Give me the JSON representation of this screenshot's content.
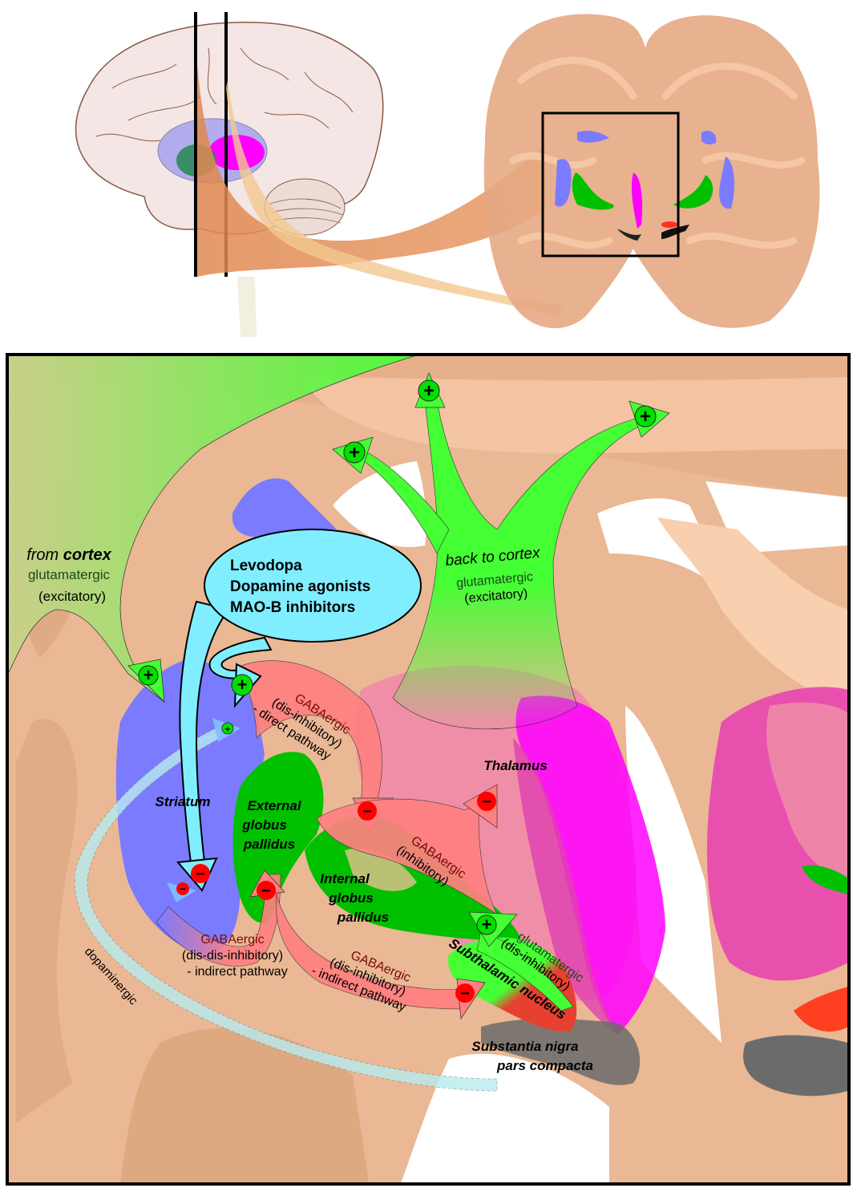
{
  "overview": {
    "sagittal_view": "lateral brain with basal ganglia highlighted",
    "coronal_view": "coronal brain slice with zoom box"
  },
  "colors": {
    "cortex_tan": "#e8b08a",
    "tissue_light": "#f2c4a2",
    "striatum": "#7b7bff",
    "globus_pallidus": "#00c000",
    "thalamus": "#f08aa8",
    "internal_capsule_magenta": "#ff00ff",
    "glutamatergic_green": "#44ff33",
    "gabaergic_red": "#ff8080",
    "drug_cyan": "#80eeff",
    "dopaminergic_pale": "#b8ecf0",
    "subthalamic_red": "#e84030",
    "substantia_nigra": "#6b6b6b",
    "plus_badge": "#00e000",
    "minus_badge": "#ff0000"
  },
  "labels": {
    "from_cortex_pre": "from ",
    "from_cortex_bold": "cortex",
    "from_cortex_type": "glutamatergic",
    "from_cortex_effect": "(excitatory)",
    "back_to_cortex": "back to cortex",
    "back_type": "glutamatergic",
    "back_effect": "(excitatory)",
    "drugs": [
      "Levodopa",
      "Dopamine agonists",
      "MAO-B inhibitors"
    ],
    "striatum": "Striatum",
    "external_gp": [
      "External",
      "globus",
      "pallidus"
    ],
    "internal_gp": [
      "Internal",
      "globus",
      "pallidus"
    ],
    "thalamus": "Thalamus",
    "subthalamic": "Subthalamic nucleus",
    "substantia_nigra": [
      "Substantia nigra",
      "pars compacta"
    ],
    "direct_pathway": [
      "GABAergic",
      "(dis-inhibitory)",
      "- direct pathway"
    ],
    "gpi_to_thal": [
      "GABAergic",
      "(inhibitory)"
    ],
    "indirect_1": [
      "GABAergic",
      "(dis-dis-inhibitory)",
      "- indirect pathway"
    ],
    "indirect_2": [
      "GABAergic",
      "(dis-inhibitory)",
      "- indirect pathway"
    ],
    "stn_to_gpi": [
      "glutamatergic",
      "(dis-inhibitory)"
    ],
    "dopaminergic": "dopaminergic",
    "plus_symbol": "+",
    "minus_symbol": "−"
  }
}
